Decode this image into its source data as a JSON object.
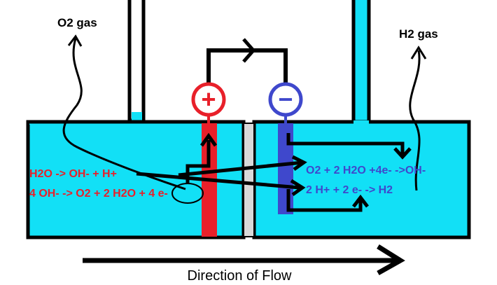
{
  "labels": {
    "o2_gas": "O2 gas",
    "h2_gas": "H2 gas",
    "anode_reaction_1": "H2O -> OH- + H+",
    "anode_reaction_2": "4 OH- -> O2 + 2 H2O + 4 e-",
    "cathode_reaction_1": "O2 + 2 H2O +4e- ->OH-",
    "cathode_reaction_2": "2 H+ + 2 e- -> H2",
    "flow_direction": "Direction of Flow",
    "anode_symbol": "+",
    "cathode_symbol": "−"
  },
  "colors": {
    "electrolyte": "#12e0f6",
    "outline": "#000000",
    "anode": "#e8202a",
    "cathode": "#3f48cc",
    "membrane": "#d9d9d9",
    "anode_text": "#e8202a",
    "cathode_text": "#3f48cc"
  }
}
